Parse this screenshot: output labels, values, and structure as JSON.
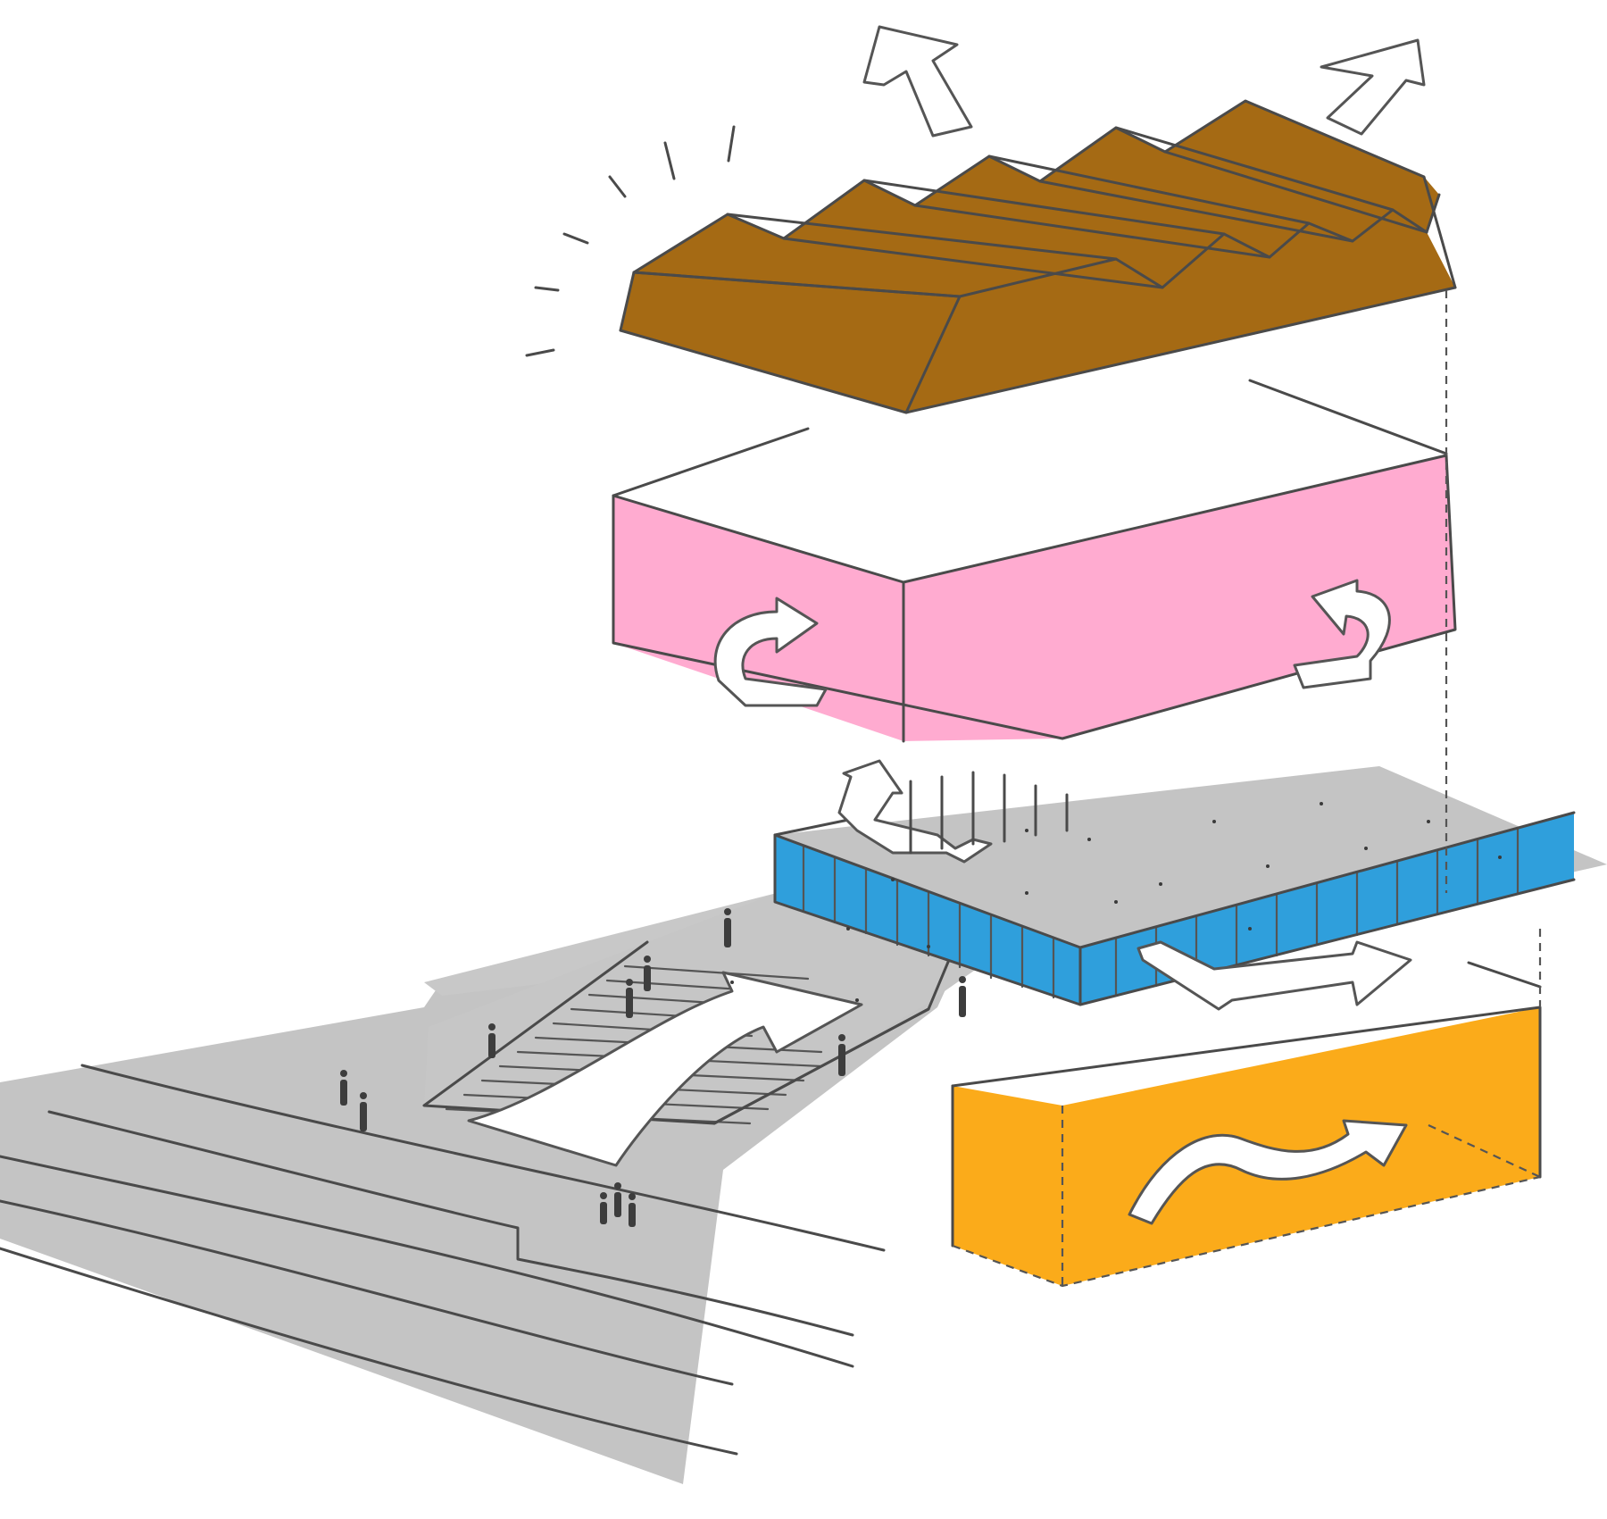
{
  "diagram": {
    "type": "exploded-axonometric-sketch",
    "layers": [
      {
        "id": "roof",
        "shape": "sawtooth-roof",
        "color": "#a56a14"
      },
      {
        "id": "upper-volume",
        "shape": "box",
        "color": "#ffabd0"
      },
      {
        "id": "glass-podium",
        "shape": "box-glazed",
        "color": "#2f9fdc"
      },
      {
        "id": "lower-volume",
        "shape": "box",
        "color": "#fbab1a"
      },
      {
        "id": "ground-plane",
        "shape": "plaza-with-stairs",
        "color": "#c4c4c4"
      }
    ],
    "icons": [
      "upward-arrow-icon",
      "rotate-arrow-icon",
      "ascending-flow-arrow-icon",
      "horizontal-flow-arrow-icon",
      "person-figure-icon",
      "light-ray-icon"
    ]
  }
}
